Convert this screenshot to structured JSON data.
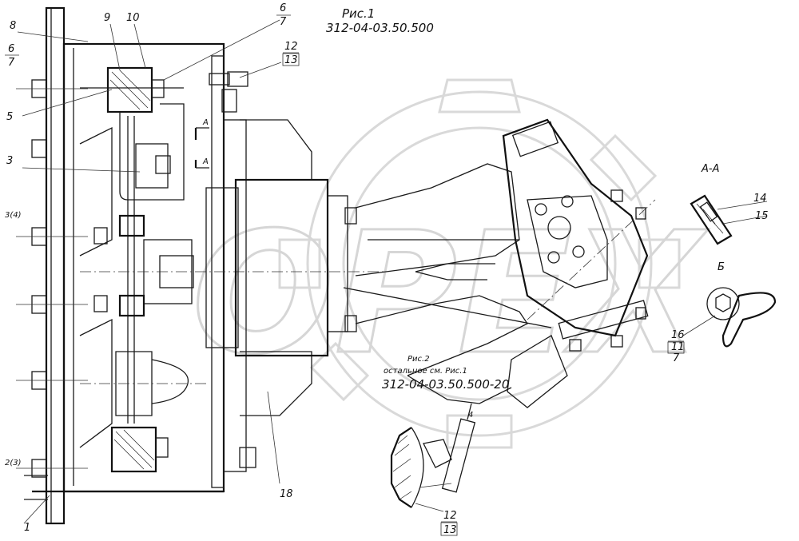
{
  "figure1": {
    "title": "Рис.1",
    "code": "312-04-03.50.500"
  },
  "figure2": {
    "title": "Рис.2",
    "note": "остальное см. Рис.1",
    "code": "312-04-03.50.500-20"
  },
  "section_view": {
    "label": "А-А"
  },
  "detail_view": {
    "label": "Б"
  },
  "part_labels": {
    "p8": "8",
    "p9": "9",
    "p10": "10",
    "p6_top": "6",
    "p7_top": "7",
    "p12_top": "12",
    "p13_top": "13",
    "p6_left": "6",
    "p7_left": "7",
    "p5": "5",
    "p3": "3",
    "p1": "1",
    "p18": "18",
    "p14": "14",
    "p15": "15",
    "p16": "16",
    "p11": "11",
    "p7_b": "7",
    "p12_fig2": "12",
    "p13_fig2": "13",
    "p4_fig2": "4",
    "section_mark_a": "А",
    "section_mark_b": "Б",
    "left_side_note": "3(4)",
    "bottom_side_note": "2(3)"
  },
  "watermark": {
    "text": "OPEX"
  }
}
